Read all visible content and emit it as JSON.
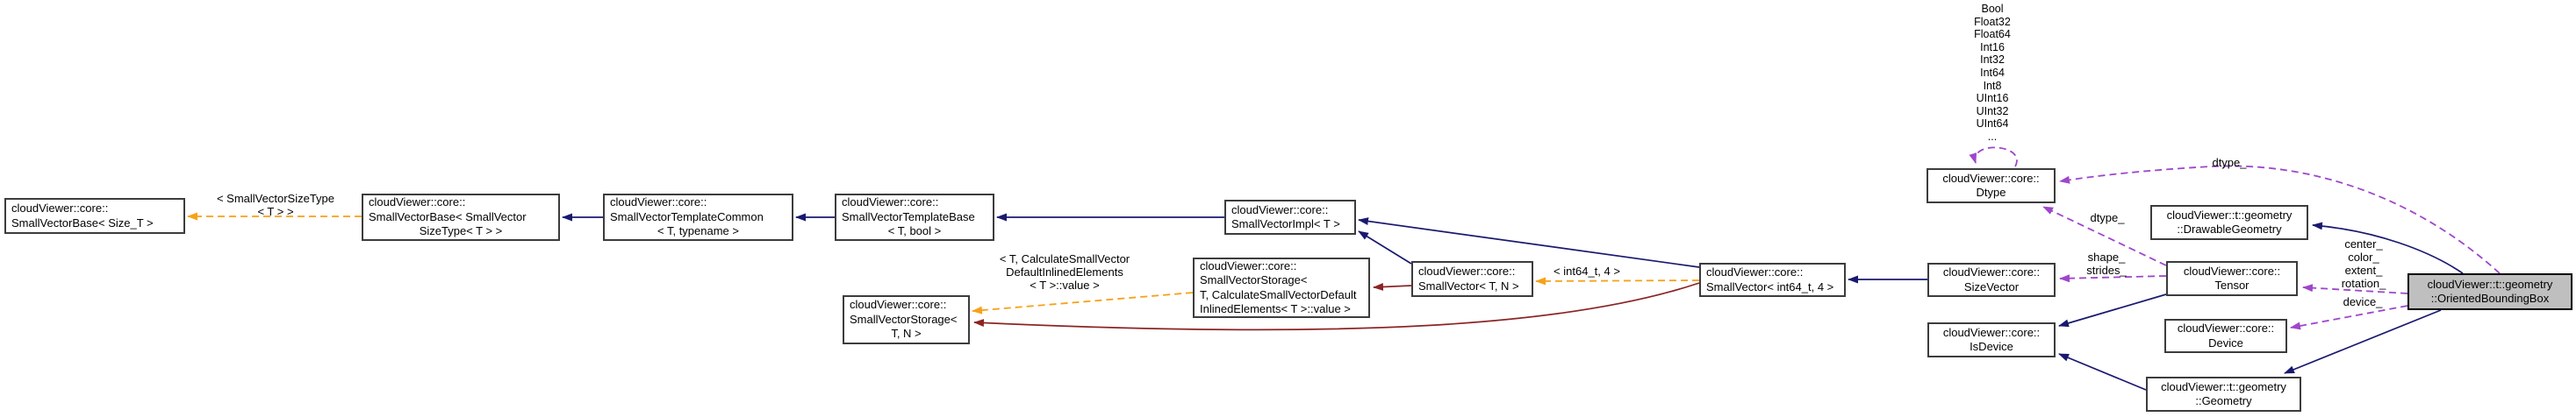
{
  "diagram": {
    "kind": "doxygen-collaboration-graph",
    "focus_class": "cloudViewer::t::geometry::OrientedBoundingBox"
  },
  "colors": {
    "inheritance_public": "#191970",
    "inheritance_private": "#8b2424",
    "template_instantiation": "#f7a118",
    "usage_member": "#9e46cc",
    "node_border": "#3c3c3c",
    "highlight_node_fill": "#bfbfbf",
    "background": "#ffffff"
  },
  "nodes": {
    "svb_size_t": {
      "lines": [
        "cloudViewer::core::",
        "SmallVectorBase< Size_T >"
      ]
    },
    "svb_svst": {
      "lines": [
        "cloudViewer::core::",
        "SmallVectorBase< SmallVector",
        "SizeType< T > >"
      ]
    },
    "svtc": {
      "lines": [
        "cloudViewer::core::",
        "SmallVectorTemplateCommon",
        "< T, typename >"
      ]
    },
    "svtb": {
      "lines": [
        "cloudViewer::core::",
        "SmallVectorTemplateBase",
        "< T, bool >"
      ]
    },
    "svimpl": {
      "lines": [
        "cloudViewer::core::",
        "SmallVectorImpl< T >"
      ]
    },
    "svs_tn": {
      "lines": [
        "cloudViewer::core::",
        "SmallVectorStorage<",
        "T, N >"
      ]
    },
    "svs_calc": {
      "lines": [
        "cloudViewer::core::",
        "SmallVectorStorage<",
        "T, CalculateSmallVectorDefault",
        "InlinedElements< T >::value >"
      ]
    },
    "sv_tn": {
      "lines": [
        "cloudViewer::core::",
        "SmallVector< T, N >"
      ]
    },
    "sv_i64": {
      "lines": [
        "cloudViewer::core::",
        "SmallVector< int64_t, 4 >"
      ]
    },
    "size_vector": {
      "lines": [
        "cloudViewer::core::",
        "SizeVector"
      ]
    },
    "is_device": {
      "lines": [
        "cloudViewer::core::",
        "IsDevice"
      ]
    },
    "dtype": {
      "lines": [
        "cloudViewer::core::",
        "Dtype"
      ]
    },
    "drawable_geometry": {
      "lines": [
        "cloudViewer::t::geometry",
        "::DrawableGeometry"
      ]
    },
    "tensor": {
      "lines": [
        "cloudViewer::core::",
        "Tensor"
      ]
    },
    "device": {
      "lines": [
        "cloudViewer::core::",
        "Device"
      ]
    },
    "geometry": {
      "lines": [
        "cloudViewer::t::geometry",
        "::Geometry"
      ]
    },
    "oriented_bounding_box": {
      "lines": [
        "cloudViewer::t::geometry",
        "::OrientedBoundingBox"
      ]
    }
  },
  "edge_labels": {
    "template_smallvectorsizetype": [
      "< SmallVectorSizeType",
      "< T > >"
    ],
    "template_calculate": [
      "< T, CalculateSmallVector",
      "DefaultInlinedElements",
      "< T >::value >"
    ],
    "template_int64": "< int64_t, 4 >",
    "dtype_top": "dtype_",
    "dtype_mid": "dtype_",
    "shape_strides": [
      "shape_",
      "strides_"
    ],
    "obb_tensor_members": [
      "center_",
      "color_",
      "extent_",
      "rotation_"
    ],
    "device_member": "device_",
    "dtype_enum_values": [
      "Bool",
      "Float32",
      "Float64",
      "Int16",
      "Int32",
      "Int64",
      "Int8",
      "UInt16",
      "UInt32",
      "UInt64",
      "..."
    ]
  }
}
